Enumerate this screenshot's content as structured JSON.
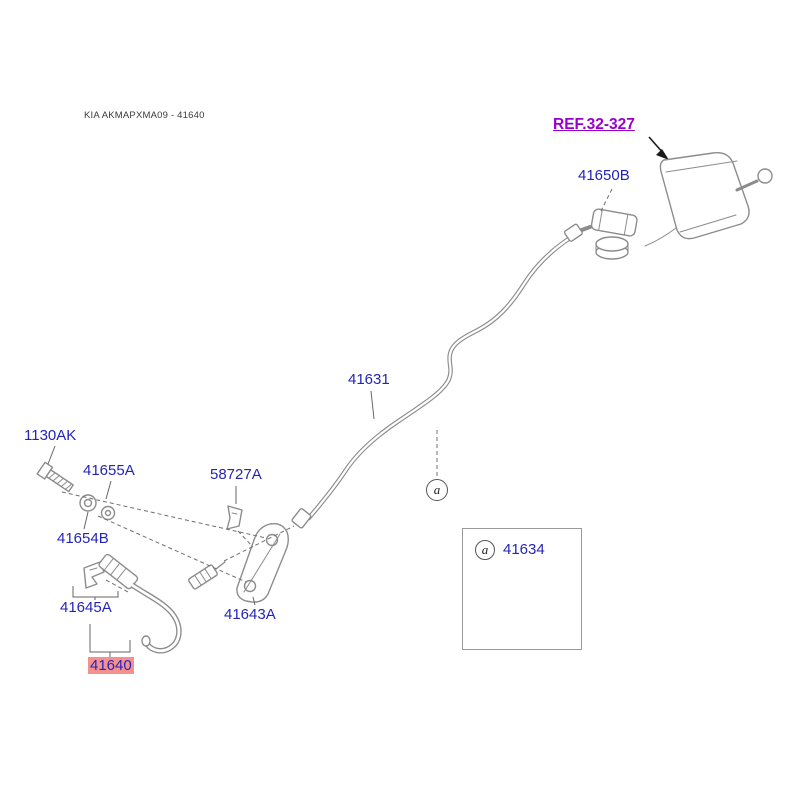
{
  "header": {
    "catalog_code": "KIA AKMAPXMA09 - 41640"
  },
  "ref": {
    "label": "REF.32-327"
  },
  "callout": {
    "letter": "a"
  },
  "legend": {
    "letter": "a",
    "part_number": "41634"
  },
  "part_labels": {
    "p41650B": "41650B",
    "p41631": "41631",
    "p1130AK": "1130AK",
    "p41655A": "41655A",
    "p41654B": "41654B",
    "p58727A": "58727A",
    "p41645A": "41645A",
    "p41643A": "41643A",
    "p41640": "41640"
  },
  "colors": {
    "part_label": "#2424b8",
    "ref_label": "#9900cc",
    "highlight_bg": "#f4918f",
    "line_art": "#8c8c8c"
  }
}
